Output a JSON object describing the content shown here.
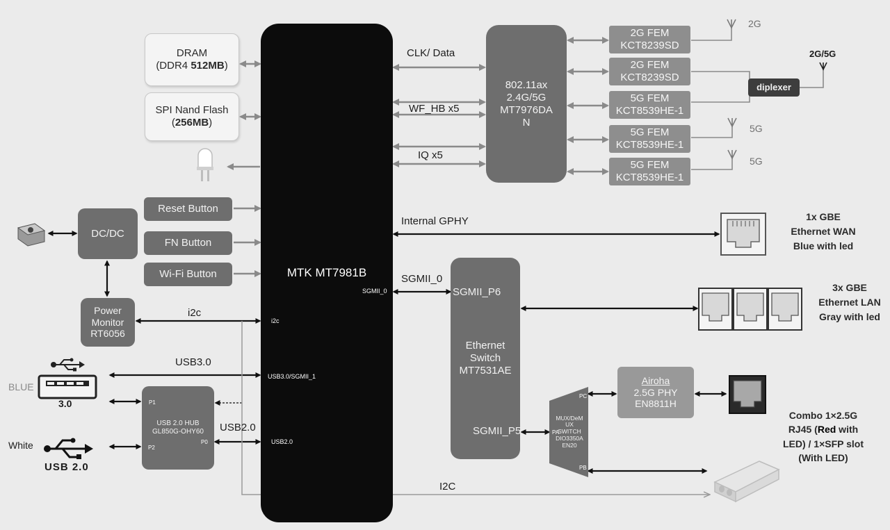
{
  "soc": {
    "name": "MTK MT7981B",
    "sgmii0": "SGMII_0",
    "i2c": "i2c",
    "usb3": "USB3.0/SGMII_1",
    "usb2": "USB2.0"
  },
  "dram": {
    "line1": "DRAM",
    "line2_pre": "(DDR4 ",
    "line2_bold": "512MB",
    "line2_post": ")"
  },
  "flash": {
    "line1": "SPI Nand Flash",
    "line2_pre": "(",
    "line2_bold": "256MB",
    "line2_post": ")"
  },
  "buttons": {
    "reset": "Reset Button",
    "fn": "FN Button",
    "wifi": "Wi-Fi Button"
  },
  "dcdc": "DC/DC",
  "power_monitor": [
    "Power",
    "Monitor",
    "RT6056"
  ],
  "wifi_chip": [
    "802.11ax",
    "2.4G/5G",
    "MT7976DA",
    "N"
  ],
  "fems": [
    {
      "l1": "2G FEM",
      "l2": "KCT8239SD"
    },
    {
      "l1": "2G FEM",
      "l2": "KCT8239SD"
    },
    {
      "l1": "5G FEM",
      "l2": "KCT8539HE-1"
    },
    {
      "l1": "5G FEM",
      "l2": "KCT8539HE-1"
    },
    {
      "l1": "5G FEM",
      "l2": "KCT8539HE-1"
    }
  ],
  "antennas": {
    "a2g": "2G",
    "a2g5g": "2G/5G",
    "a5g1": "5G",
    "a5g2": "5G"
  },
  "diplexer": "diplexer",
  "links": {
    "clk": "CLK/ Data",
    "wfhb": "WF_HB x5",
    "iq": "IQ x5",
    "gphy": "Internal GPHY",
    "sgmii0": "SGMII_0",
    "i2c_pm": "i2c",
    "usb3": "USB3.0",
    "usb2": "USB2.0",
    "i2c_sfp": "I2C"
  },
  "switch": {
    "lines": [
      "Ethernet",
      "Switch",
      "MT7531AE"
    ],
    "p6": "SGMII_P6",
    "p5": "SGMII_P5"
  },
  "mux": {
    "lines": [
      "MUX/DeM",
      "UX",
      "SWITCH",
      "DIO3350A",
      "EN20"
    ],
    "pc": "PC",
    "pa": "PA",
    "pb": "PB"
  },
  "airoha": {
    "name": "Airoha",
    "l2": "2.5G PHY",
    "l3": "EN8811H"
  },
  "usb_hub": {
    "l1": "USB 2.0 HUB",
    "l2": "GL850G-OHY60",
    "p1": "P1",
    "p2": "P2",
    "p0": "P0"
  },
  "usb_ports": {
    "blue": "BLUE",
    "ver3": "3.0",
    "white": "White",
    "usb2a": "USB",
    "usb2b": "2.0"
  },
  "ports_text": {
    "wan": [
      "1x GBE",
      "Ethernet WAN",
      "Blue with led"
    ],
    "lan": [
      "3x GBE",
      "Ethernet LAN",
      "Gray with led"
    ],
    "combo_l1": "Combo 1×2.5G",
    "combo_l2a": "RJ45 (",
    "combo_l2b": "Red",
    "combo_l2c": " with",
    "combo_l3": "LED) / 1×SFP slot",
    "combo_l4": "(With LED)"
  }
}
